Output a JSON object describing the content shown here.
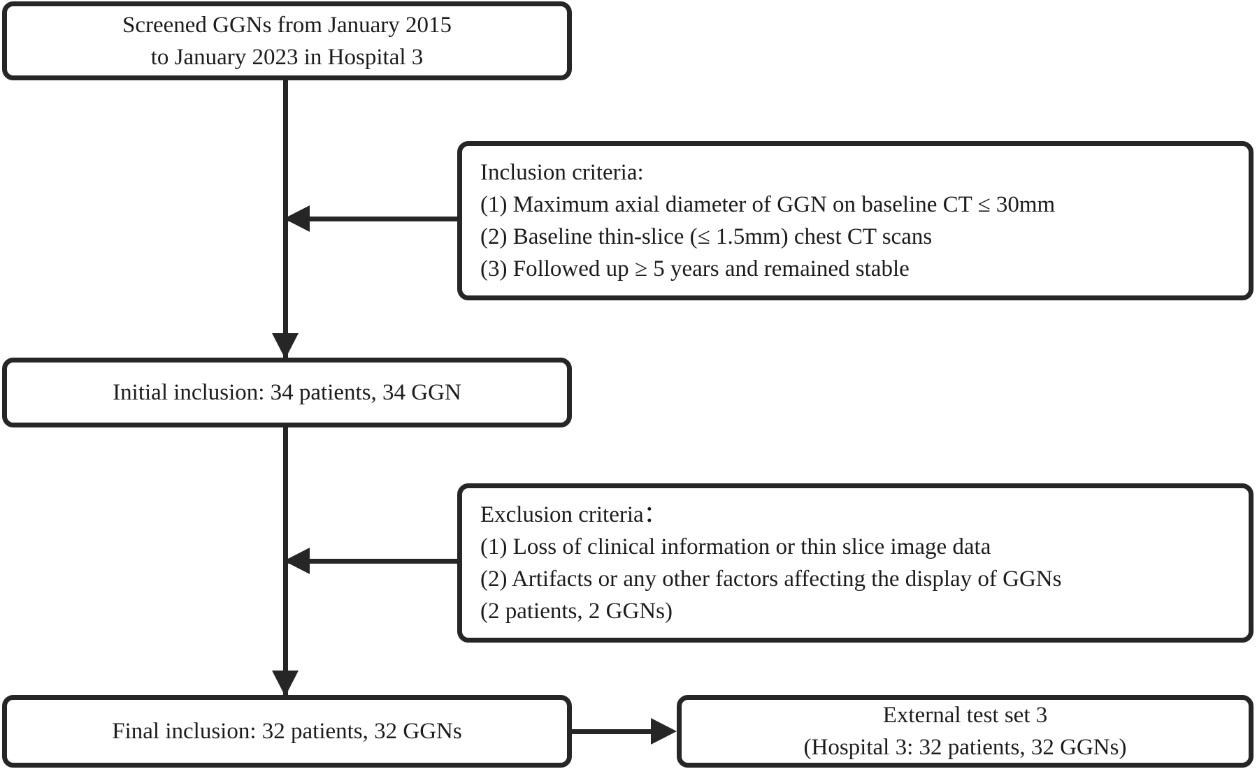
{
  "diagram": {
    "title": "GGN patient selection flowchart (Hospital 3)",
    "colors": {
      "stroke": "#262626",
      "text": "#1c1c1c",
      "background": "#ffffff"
    },
    "nodes": {
      "screened": {
        "lines": [
          "Screened GGNs from January 2015",
          "to January 2023 in Hospital 3"
        ]
      },
      "inclusion_criteria": {
        "lines": [
          "Inclusion criteria:",
          "(1) Maximum axial diameter of GGN on baseline CT ≤ 30mm",
          "(2) Baseline thin-slice (≤ 1.5mm) chest CT scans",
          "(3) Followed up ≥ 5 years and remained stable"
        ]
      },
      "initial_inclusion": {
        "lines": [
          "Initial inclusion: 34 patients, 34 GGN"
        ]
      },
      "exclusion_criteria": {
        "lines": [
          "Exclusion criteria：",
          "(1) Loss of clinical information or thin slice image data",
          "(2) Artifacts or any other factors affecting the display of GGNs",
          "(2 patients, 2 GGNs)"
        ]
      },
      "final_inclusion": {
        "lines": [
          "Final inclusion: 32 patients, 32 GGNs"
        ]
      },
      "external_test_set": {
        "lines": [
          "External test set 3",
          "(Hospital 3: 32 patients, 32 GGNs)"
        ]
      }
    },
    "connectors": {
      "screened_to_initial": "arrow-down",
      "inclusion_to_main": "arrow-left",
      "initial_to_final": "arrow-down",
      "exclusion_to_main": "arrow-left",
      "final_to_external": "arrow-right"
    }
  }
}
